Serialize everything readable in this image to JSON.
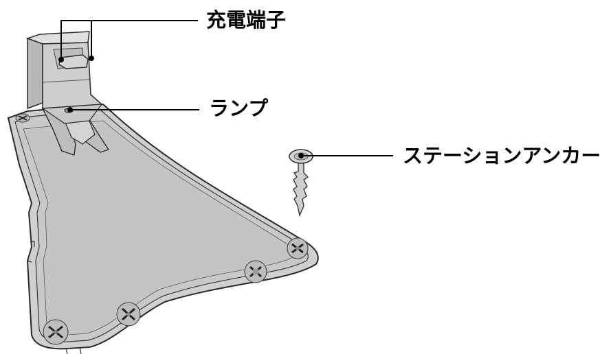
{
  "labels": {
    "charging_terminals": "充電端子",
    "lamp": "ランプ",
    "station_anchor": "ステーションアンカー"
  },
  "colors": {
    "base_fill": "#cccccc",
    "base_dark": "#b0b0b0",
    "tower_fill": "#c6c6c6",
    "outline": "#2a2a2a",
    "text": "#000000"
  }
}
